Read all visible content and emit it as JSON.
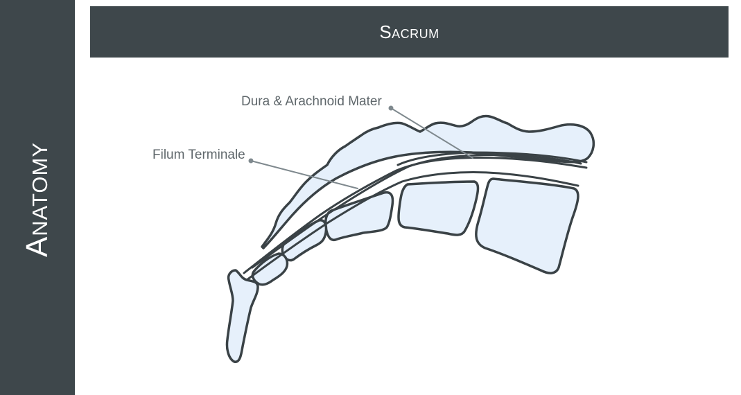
{
  "sidebar": {
    "title": "Anatomy"
  },
  "header": {
    "title": "Sacrum"
  },
  "diagram": {
    "labels": {
      "dura": "Dura & Arachnoid Mater",
      "filum": "Filum Terminale"
    },
    "colors": {
      "bone_fill": "#e6f0fb",
      "outline": "#3a4246",
      "leader": "#7f898e",
      "panel": "#3e474b"
    }
  }
}
